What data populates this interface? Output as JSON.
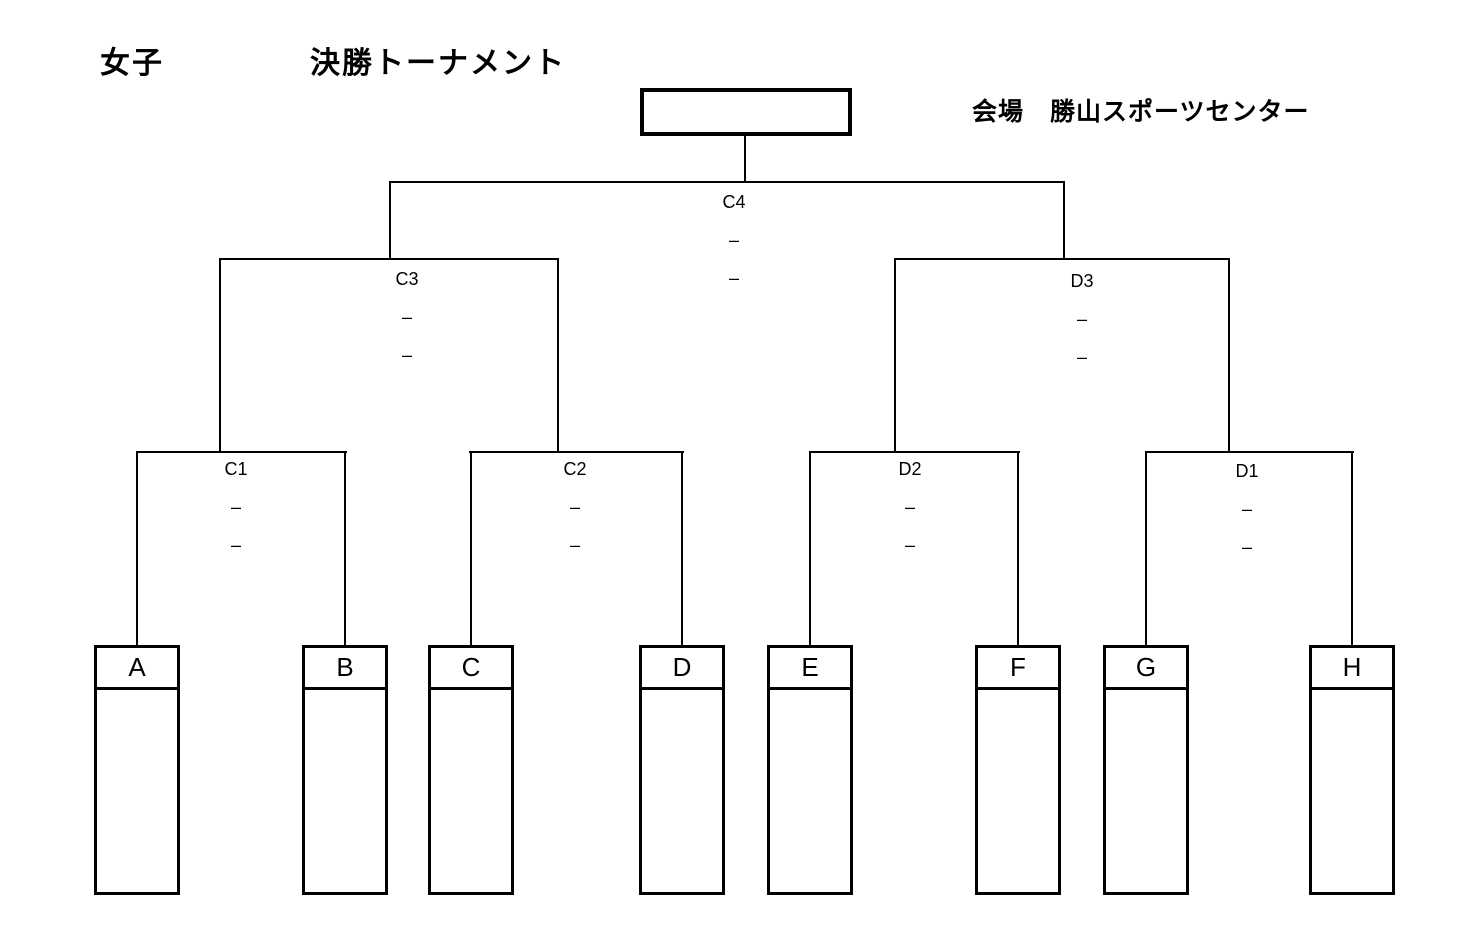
{
  "page": {
    "gender_label": "女子",
    "title": "決勝トーナメント",
    "venue": "会場　勝山スポーツセンター"
  },
  "final": {
    "winner": ""
  },
  "matches": {
    "C4": {
      "label": "C4",
      "score_line1": "–",
      "score_line2": "–"
    },
    "C3": {
      "label": "C3",
      "score_line1": "–",
      "score_line2": "–"
    },
    "D3": {
      "label": "D3",
      "score_line1": "–",
      "score_line2": "–"
    },
    "C1": {
      "label": "C1",
      "score_line1": "–",
      "score_line2": "–"
    },
    "C2": {
      "label": "C2",
      "score_line1": "–",
      "score_line2": "–"
    },
    "D2": {
      "label": "D2",
      "score_line1": "–",
      "score_line2": "–"
    },
    "D1": {
      "label": "D1",
      "score_line1": "–",
      "score_line2": "–"
    }
  },
  "teams": [
    {
      "seed": "A",
      "name": ""
    },
    {
      "seed": "B",
      "name": ""
    },
    {
      "seed": "C",
      "name": ""
    },
    {
      "seed": "D",
      "name": ""
    },
    {
      "seed": "E",
      "name": ""
    },
    {
      "seed": "F",
      "name": ""
    },
    {
      "seed": "G",
      "name": ""
    },
    {
      "seed": "H",
      "name": ""
    }
  ],
  "colors": {
    "line": "#000000",
    "background": "#ffffff",
    "text": "#000000"
  }
}
